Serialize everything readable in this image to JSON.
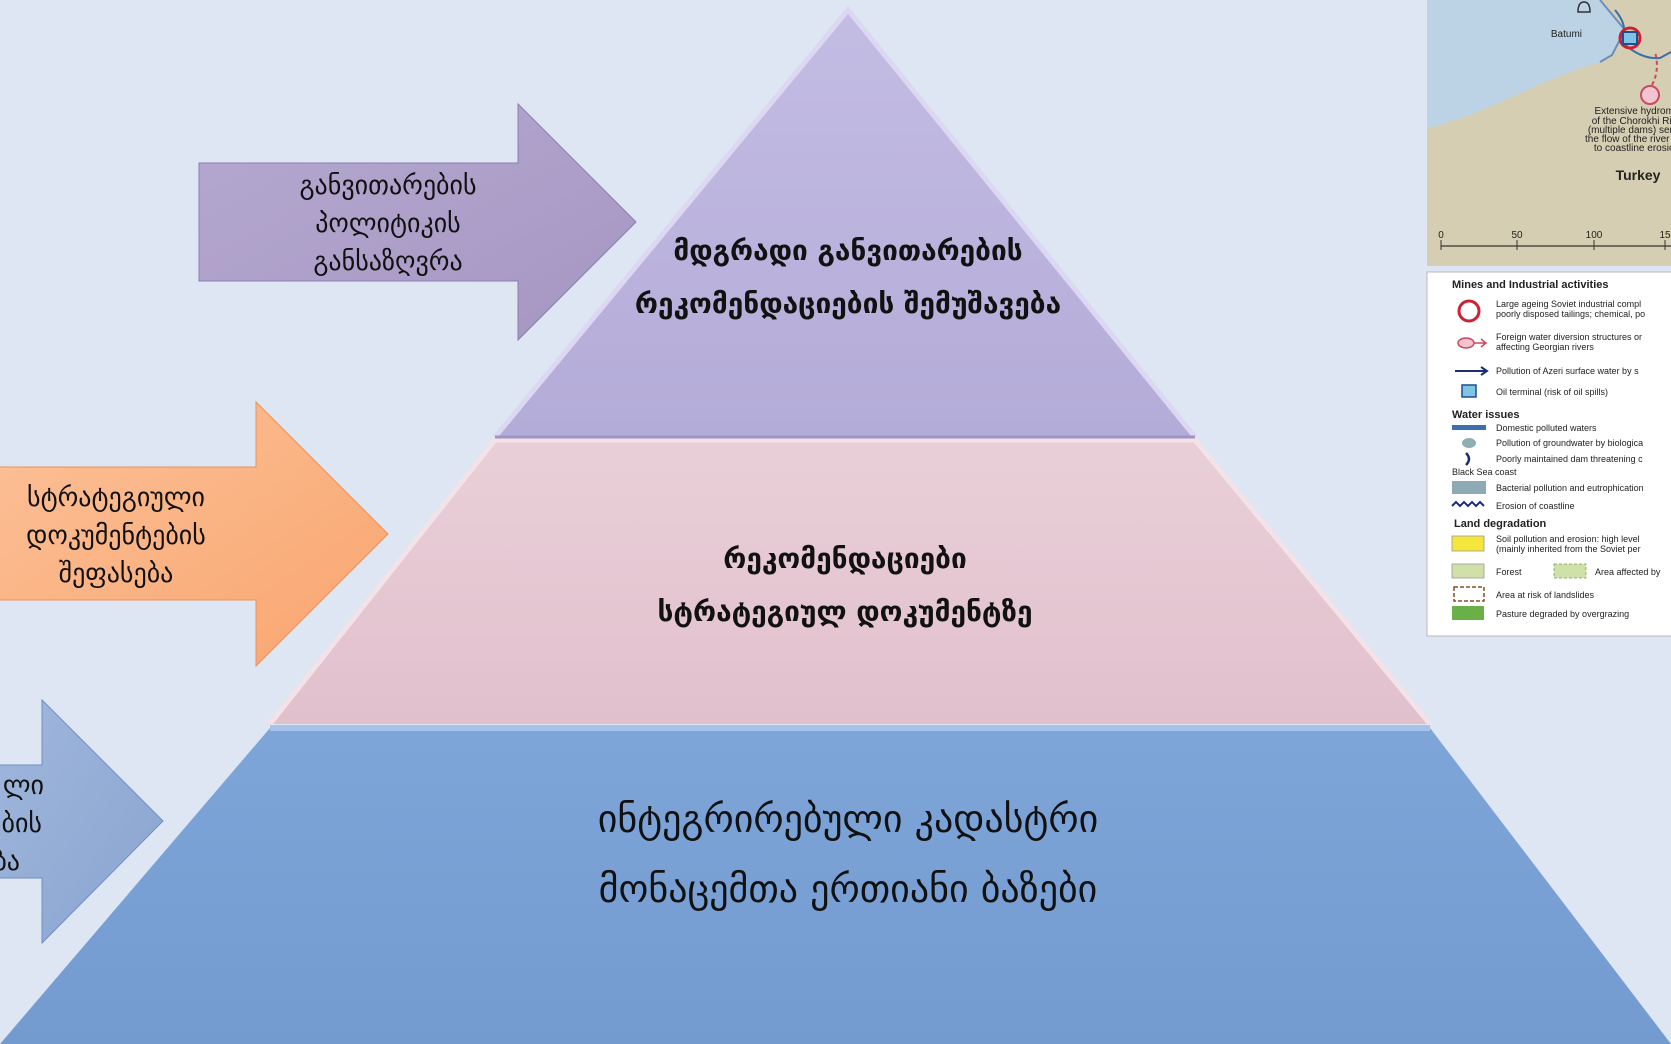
{
  "pyramid": {
    "top": {
      "lines": [
        "მდგრადი განვითარების",
        "რეკომენდაციების შემუშავება"
      ]
    },
    "middle": {
      "lines": [
        "რეკომენდაციები",
        "სტრატეგიულ დოკუმენტზე"
      ]
    },
    "bottom": {
      "lines": [
        "ინტეგრირებული კადასტრი",
        "მონაცემთა ერთიანი ბაზები"
      ]
    }
  },
  "arrows": [
    {
      "lines": [
        "განვითარების",
        "პოლიტიკის",
        "განსაზღვრა"
      ],
      "color": "#a99cc6"
    },
    {
      "lines": [
        "სტრატეგიული",
        "დოკუმენტების",
        "შეფასება"
      ],
      "color": "#fbb07e"
    },
    {
      "lines": [
        "ლი",
        "ბის",
        "ბა"
      ],
      "color": "#8fa9d2"
    }
  ],
  "colors": {
    "background": "#dde6f2",
    "top_tier": "#b9b2dc",
    "middle_tier": "#e4c4d0",
    "bottom_tier": "#7aa0d4"
  },
  "map_inset": {
    "labels": {
      "city": "Batumi",
      "country": "Turkey",
      "annotation": [
        "Extensive hydromo",
        "of the Chorokhi Rive",
        "(multiple dams) seriou",
        "the flow of the river and",
        "to coastline erosion"
      ],
      "scale_ticks": [
        "0",
        "50",
        "100",
        "15"
      ]
    },
    "legend": {
      "sections": [
        {
          "title": "Mines and Industrial activities",
          "items": [
            {
              "icon": "red-ring-icon",
              "text": [
                "Large ageing Soviet industrial compl",
                "poorly disposed tailings; chemical, po"
              ]
            },
            {
              "icon": "pink-arrow-icon",
              "text": [
                "Foreign water diversion structures or",
                "affecting Georgian rivers"
              ]
            },
            {
              "icon": "navy-arrow-icon",
              "text": [
                "Pollution of Azeri surface water by s"
              ]
            },
            {
              "icon": "blue-square-icon",
              "text": [
                "Oil terminal (risk of oil spills)"
              ]
            }
          ]
        },
        {
          "title": "Water issues",
          "items": [
            {
              "icon": "blue-line-icon",
              "text": [
                "Domestic polluted waters"
              ]
            },
            {
              "icon": "teal-dot-icon",
              "text": [
                "Pollution of groundwater by biologica"
              ]
            },
            {
              "icon": "dam-icon",
              "text": [
                "Poorly maintained dam threatening c"
              ]
            }
          ]
        },
        {
          "title": "Black Sea coast",
          "items": [
            {
              "icon": "grey-box-icon",
              "text": [
                "Bacterial pollution and eutrophication"
              ]
            },
            {
              "icon": "zigzag-icon",
              "text": [
                "Erosion of coastline"
              ]
            }
          ]
        },
        {
          "title": "Land degradation",
          "items": [
            {
              "icon": "yellow-box-icon",
              "text": [
                "Soil pollution and erosion: high level",
                "(mainly inherited from the Soviet per"
              ]
            },
            {
              "icon": "green-box-icon",
              "text": [
                "Forest"
              ],
              "extra": "Area affected by"
            },
            {
              "icon": "dashed-box-icon",
              "text": [
                "Area at risk of landslides"
              ]
            },
            {
              "icon": "dark-green-box-icon",
              "text": [
                "Pasture degraded by overgrazing"
              ]
            }
          ]
        }
      ]
    }
  }
}
